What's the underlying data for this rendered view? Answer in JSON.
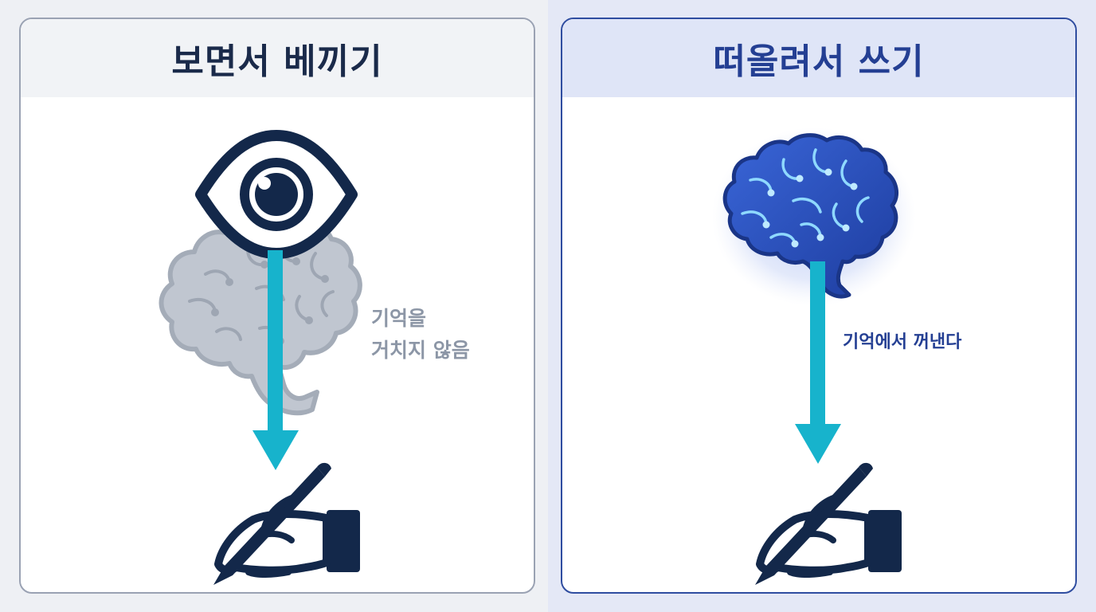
{
  "left_panel": {
    "title": "보면서 베끼기",
    "label_lines": [
      "기억을",
      "거치지 않음"
    ],
    "icons": [
      "eye-icon",
      "brain-icon",
      "arrow-down-icon",
      "hand-writing-icon"
    ]
  },
  "right_panel": {
    "title": "떠올려서 쓰기",
    "label": "기억에서 꺼낸다",
    "icons": [
      "glowing-brain-icon",
      "arrow-down-icon",
      "hand-writing-icon"
    ]
  },
  "colors": {
    "navy": "#13284a",
    "arrow": "#17b3cc",
    "brain_faded": "#b7bec9",
    "brain_blue": "#2a52c4",
    "title_left": "#1a2a4a",
    "title_right": "#243f93"
  }
}
